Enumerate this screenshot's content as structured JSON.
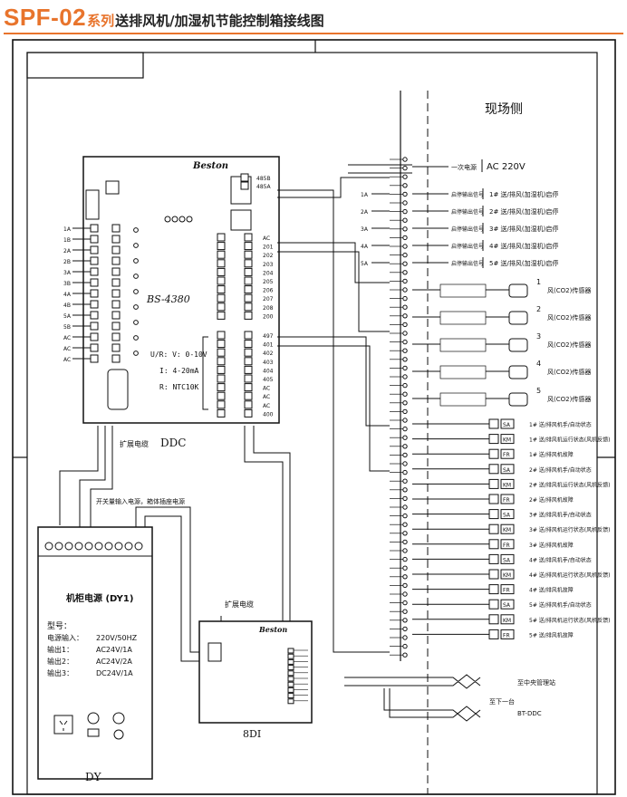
{
  "header": {
    "code": "SPF-02",
    "series": "系列",
    "title": "送排风机/加湿机节能控制箱接线图"
  },
  "site_side": "现场侧",
  "ddc": {
    "brand": "Beston",
    "model": "BS-4380",
    "label": "DDC",
    "expansion_cable": "扩展电缆",
    "signal_notes": [
      "U/R: V: 0-10V",
      "I: 4-20mA",
      "R: NTC10K"
    ],
    "left_terminals": [
      "1A",
      "1B",
      "2A",
      "2B",
      "3A",
      "3B",
      "4A",
      "4B",
      "5A",
      "5B",
      "AC",
      "AC",
      "AC"
    ],
    "right_ao_terminals": [
      "AC",
      "201",
      "202",
      "203",
      "204",
      "205",
      "206",
      "207",
      "208",
      "200"
    ],
    "right_di_terminals": [
      "497",
      "401",
      "402",
      "403",
      "404",
      "405",
      "AC",
      "AC",
      "AC",
      "400"
    ],
    "rs485": [
      "485B",
      "485A"
    ]
  },
  "dy": {
    "switch_note": "开关量输入电源，箱体插座电源",
    "title": "机柜电源 (DY1)",
    "model_label": "型号：",
    "rows": [
      {
        "k": "电源输入：",
        "v": "220V/50HZ"
      },
      {
        "k": "输出1：",
        "v": "AC24V/1A"
      },
      {
        "k": "输出2：",
        "v": "AC24V/2A"
      },
      {
        "k": "输出3：",
        "v": "DC24V/1A"
      }
    ],
    "label": "DY"
  },
  "sdi": {
    "expansion_cable": "扩展电缆",
    "brand": "Beston",
    "label": "8DI"
  },
  "power": {
    "in_label": "一次电源",
    "ac_label": "AC 220V"
  },
  "fan_start_rows": [
    {
      "t": "1A",
      "src": "启停输出信号",
      "tail": "1# 送/排风(加湿机)启停"
    },
    {
      "t": "2A",
      "src": "启停输出信号",
      "tail": "2# 送/排风(加湿机)启停"
    },
    {
      "t": "3A",
      "src": "启停输出信号",
      "tail": "3# 送/排风(加湿机)启停"
    },
    {
      "t": "4A",
      "src": "启停输出信号",
      "tail": "4# 送/排风(加湿机)启停"
    },
    {
      "t": "5A",
      "src": "启停输出信号",
      "tail": "5# 送/排风(加湿机)启停"
    }
  ],
  "sensor_rows": [
    {
      "n": "1",
      "out": "风(CO2)传感器"
    },
    {
      "n": "2",
      "out": "风(CO2)传感器"
    },
    {
      "n": "3",
      "out": "风(CO2)传感器"
    },
    {
      "n": "4",
      "out": "风(CO2)传感器"
    },
    {
      "n": "5",
      "out": "风(CO2)传感器"
    }
  ],
  "status_rows": [
    {
      "fb": "SA",
      "text": "1# 送/排风机手/自动状态"
    },
    {
      "fb": "KM",
      "text": "1# 送/排风机运行状态(风机反馈)"
    },
    {
      "fb": "FR",
      "text": "1# 送/排风机故障"
    },
    {
      "fb": "SA",
      "text": "2# 送/排风机手/自动状态"
    },
    {
      "fb": "KM",
      "text": "2# 送/排风机运行状态(风机反馈)"
    },
    {
      "fb": "FR",
      "text": "2# 送/排风机故障"
    },
    {
      "fb": "SA",
      "text": "3# 送/排风机手/自动状态"
    },
    {
      "fb": "KM",
      "text": "3# 送/排风机运行状态(风机反馈)"
    },
    {
      "fb": "FR",
      "text": "3# 送/排风机故障"
    },
    {
      "fb": "SA",
      "text": "4# 送/排风机手/自动状态"
    },
    {
      "fb": "KM",
      "text": "4# 送/排风机运行状态(风机反馈)"
    },
    {
      "fb": "FR",
      "text": "4# 送/排风机故障"
    },
    {
      "fb": "SA",
      "text": "5# 送/排风机手/自动状态"
    },
    {
      "fb": "KM",
      "text": "5# 送/排风机运行状态(风机反馈)"
    },
    {
      "fb": "FR",
      "text": "5# 送/排风机故障"
    }
  ],
  "bottom": {
    "center_label": "至中央管理站",
    "ext_label": "至下一台",
    "ext2_label": "BT-DDC"
  },
  "colors": {
    "accent": "#e8742c",
    "line": "#111111"
  }
}
